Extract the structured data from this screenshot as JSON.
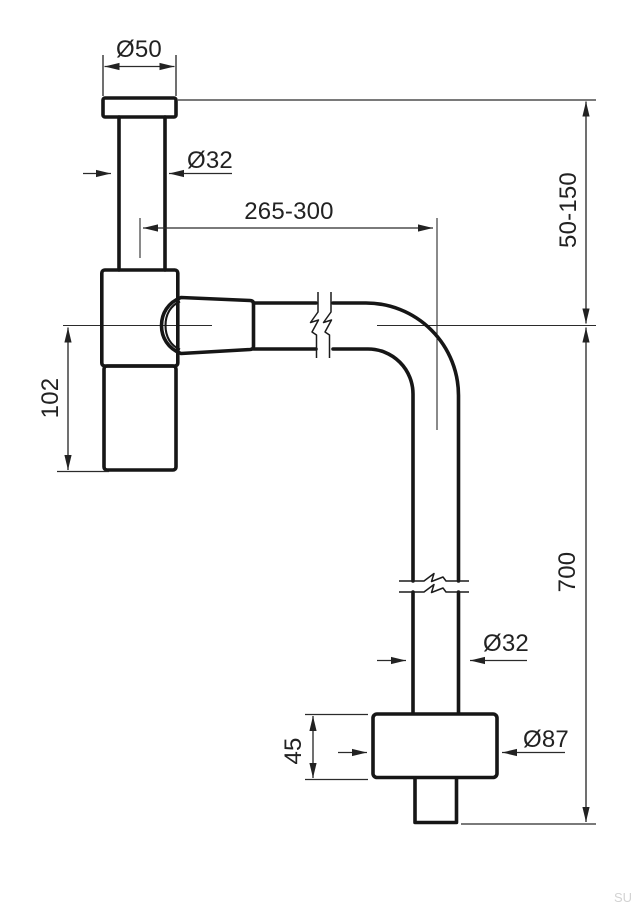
{
  "drawing": {
    "subject": "wall-mounted bottle trap siphon - dimensioned side view",
    "labels": {
      "cap_diameter": "Ø50",
      "inlet_diameter": "Ø32",
      "wall_distance": "265-300",
      "inlet_height": "50-150",
      "body_height": "102",
      "drop_height": "700",
      "outlet_diameter": "Ø32",
      "rosette_diameter": "Ø87",
      "rosette_height": "45"
    },
    "watermark": "SU",
    "colors": {
      "outline": "#161616",
      "dimension_lines": "#2b2b2b",
      "watermark": "#d3d3d3",
      "background": "#ffffff"
    }
  }
}
